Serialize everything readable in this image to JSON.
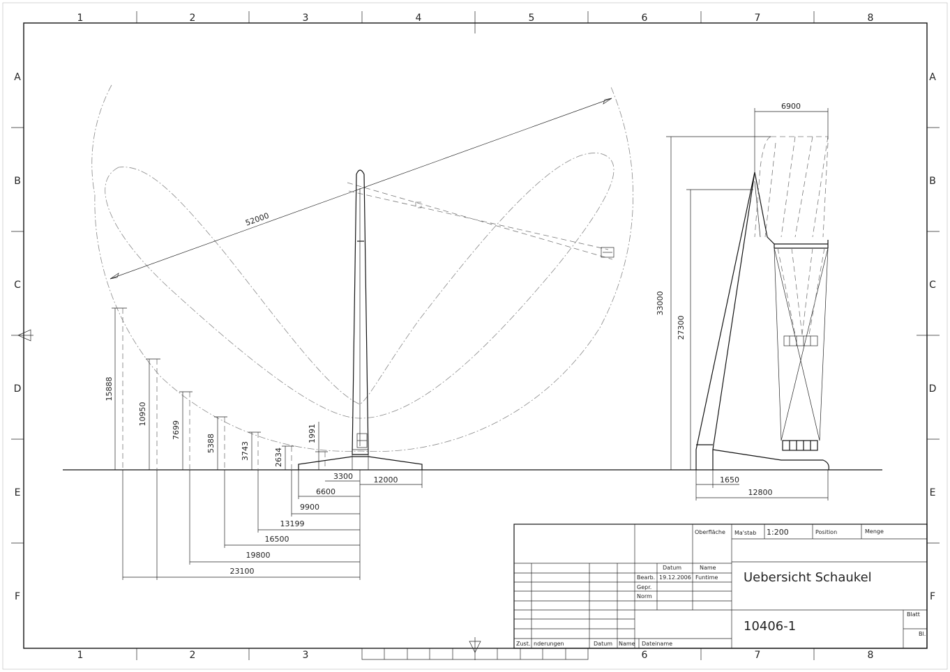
{
  "grid": {
    "columns": [
      "1",
      "2",
      "3",
      "4",
      "5",
      "6",
      "7",
      "8"
    ],
    "rows": [
      "A",
      "B",
      "C",
      "D",
      "E",
      "F"
    ]
  },
  "side_view": {
    "diameter": "52000",
    "heights": [
      "15888",
      "10950",
      "7699",
      "5388",
      "3743",
      "2634",
      "1991"
    ],
    "bottom_dims": [
      "3300",
      "12000",
      "6600",
      "9900",
      "13199",
      "16500",
      "19800",
      "23100"
    ]
  },
  "front_view": {
    "top_width": "6900",
    "height_total": "33000",
    "height_pivot": "27300",
    "foot_dim": "1650",
    "base_width": "12800"
  },
  "title_block": {
    "oberflaeche": "Oberfläche",
    "massstab_label": "Ma'stab",
    "massstab_value": "1:200",
    "position_label": "Position",
    "menge_label": "Menge",
    "datum_label": "Datum",
    "name_label": "Name",
    "bearb_label": "Bearb.",
    "bearb_date": "19.12.2006",
    "bearb_name": "Funtime",
    "gepr_label": "Gepr.",
    "norm_label": "Norm",
    "title": "Uebersicht Schaukel",
    "drawing_number": "10406-1",
    "blatt_label": "Blatt",
    "bl_label": "Bl.",
    "zust_label": "Zust.",
    "aenderungen_label": "nderungen",
    "footer_datum_label": "Datum",
    "footer_name_label": "Name",
    "dateiname_label": "Dateiname"
  }
}
